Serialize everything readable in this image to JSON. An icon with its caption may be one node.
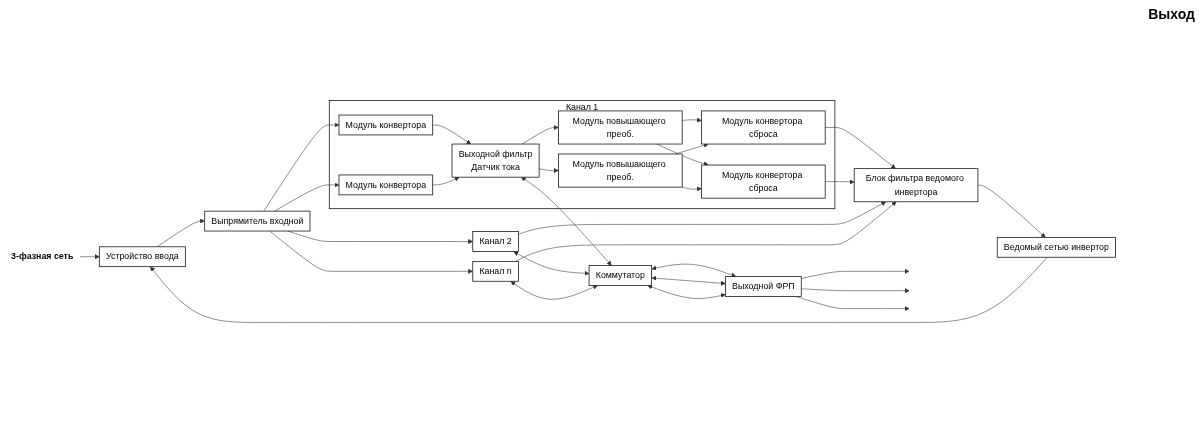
{
  "diagram": {
    "nodes": [
      {
        "text": [
          "3-фазная сеть"
        ]
      },
      {
        "text": [
          "Устройство ввода"
        ]
      },
      {
        "text": [
          "Выпрямитель входной"
        ]
      },
      {
        "text": [
          "Ведомый сетью инвертор"
        ]
      },
      {
        "text": [
          "Блок фильтра ведомого инвертора"
        ]
      },
      {
        "text": [
          "Канал 1"
        ]
      },
      {
        "text": [
          "Модуль конвертора"
        ],
        "in": 5
      },
      {
        "text": [
          "Модуль конвертора"
        ],
        "in": 5
      },
      {
        "text": [
          "Выходной фильтр",
          "Датчик тока"
        ],
        "in": 5
      },
      {
        "text": [
          "Модуль конвертора сброса"
        ],
        "in": 5
      },
      {
        "text": [
          "Модуль конвертора сброса"
        ],
        "in": 5
      },
      {
        "text": [
          "Модуль повышающего преоб."
        ],
        "in": 5
      },
      {
        "text": [
          "Модуль повышающего преоб."
        ],
        "in": 5
      },
      {
        "text": [
          "Канал 2"
        ]
      },
      {
        "text": [
          "Канал n"
        ]
      },
      {
        "text": [
          "Коммутатор"
        ]
      },
      {
        "text": [
          "Выходной ФРП"
        ]
      }
    ],
    "edges": [
      {
        "from": 0,
        "to": 1,
        "arrow": "to"
      },
      {
        "from": 1,
        "to": 2,
        "arrow": "to"
      },
      {
        "from": 3,
        "to": 1,
        "arrow": "to"
      },
      {
        "from": 4,
        "to": 3,
        "arrow": "to"
      },
      {
        "from": 2,
        "to": 6,
        "arrow": "to"
      },
      {
        "from": 2,
        "to": 7,
        "arrow": "to"
      },
      {
        "from": 2,
        "to": 13,
        "arrow": "to"
      },
      {
        "from": 2,
        "to": 14,
        "arrow": "to"
      },
      {
        "from": 6,
        "to": 8,
        "arrow": "to"
      },
      {
        "from": 7,
        "to": 8,
        "arrow": "to"
      },
      {
        "from": 8,
        "to": 15,
        "arrow": "both"
      },
      {
        "from": 8,
        "to": 11,
        "arrow": "to"
      },
      {
        "from": 8,
        "to": 12,
        "arrow": "to"
      },
      {
        "from": 11,
        "to": 9,
        "arrow": "to"
      },
      {
        "from": 11,
        "to": 10,
        "arrow": "to"
      },
      {
        "from": 12,
        "to": 9,
        "arrow": "to"
      },
      {
        "from": 12,
        "to": 10,
        "arrow": "to"
      },
      {
        "from": 9,
        "to": 4,
        "arrow": "to"
      },
      {
        "from": 10,
        "to": 4,
        "arrow": "to"
      },
      {
        "from": 13,
        "to": 4,
        "arrow": "to"
      },
      {
        "from": 14,
        "to": 4,
        "arrow": "to"
      },
      {
        "from": 13,
        "to": 15,
        "arrow": "both"
      },
      {
        "from": 14,
        "to": 15,
        "arrow": "both"
      },
      {
        "from": 15,
        "to": 16,
        "arrow": "both"
      },
      {
        "from": 15,
        "to": 16,
        "arrow": "both"
      },
      {
        "from": 15,
        "to": 16,
        "arrow": "both"
      },
      {
        "from": 16,
        "to": null,
        "arrow": "to"
      },
      {
        "from": 16,
        "to": null,
        "arrow": "to"
      },
      {
        "from": 16,
        "to": null,
        "arrow": "to"
      }
    ],
    "labels": [
      "Выход"
    ]
  }
}
